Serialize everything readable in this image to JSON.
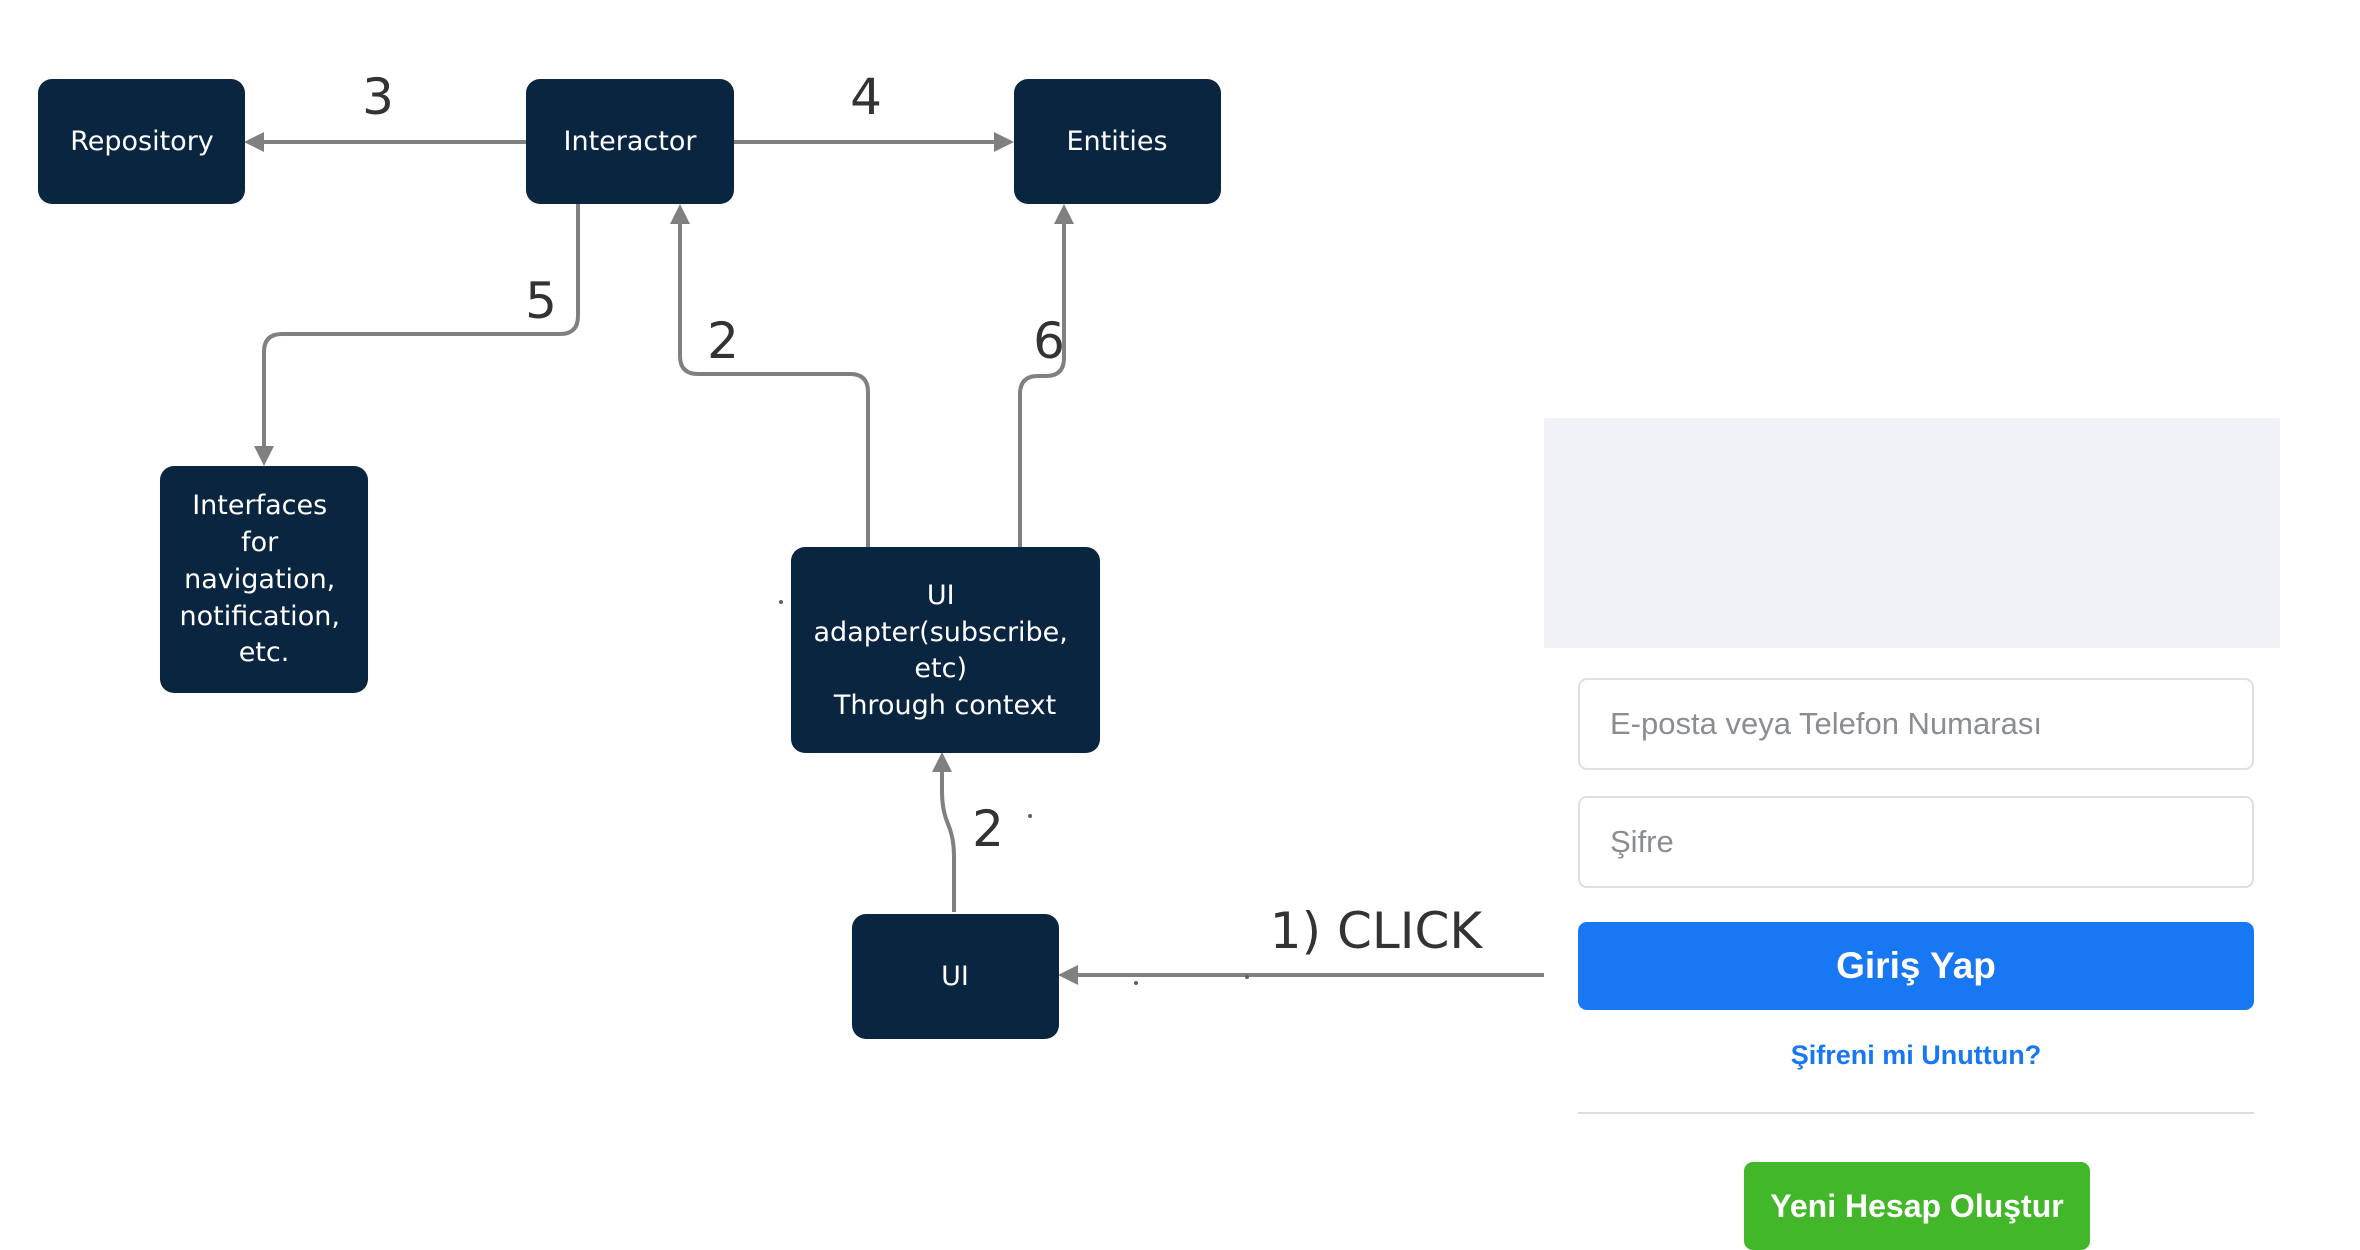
{
  "diagram": {
    "nodes": {
      "repository": [
        "Repository"
      ],
      "interactor": [
        "Interactor"
      ],
      "entities": [
        "Entities"
      ],
      "interfaces": [
        "Interfaces",
        "for",
        "navigation,",
        "notification,",
        "etc."
      ],
      "ui_adapter": [
        "UI",
        "adapter(subscribe,",
        "etc)",
        "Through context"
      ],
      "ui": [
        "UI"
      ]
    },
    "edge_labels": {
      "interactor_to_repository": "3",
      "interactor_to_entities": "4",
      "interactor_to_interfaces": "5",
      "adapter_to_interactor": "2",
      "adapter_to_entities": "6",
      "ui_to_adapter": "2",
      "login_to_ui": "1) CLICK"
    },
    "colors": {
      "node_fill": "#0a2540",
      "edge_stroke": "#808080",
      "node_text": "#ffffff"
    }
  },
  "login": {
    "email_placeholder": "E-posta veya Telefon Numarası",
    "password_placeholder": "Şifre",
    "login_button": "Giriş Yap",
    "forgot_link": "Şifreni mi Unuttun?",
    "create_account_button": "Yeni Hesap Oluştur",
    "colors": {
      "primary": "#1877f2",
      "create": "#42b72a",
      "background_top": "#f0f2f5"
    }
  }
}
